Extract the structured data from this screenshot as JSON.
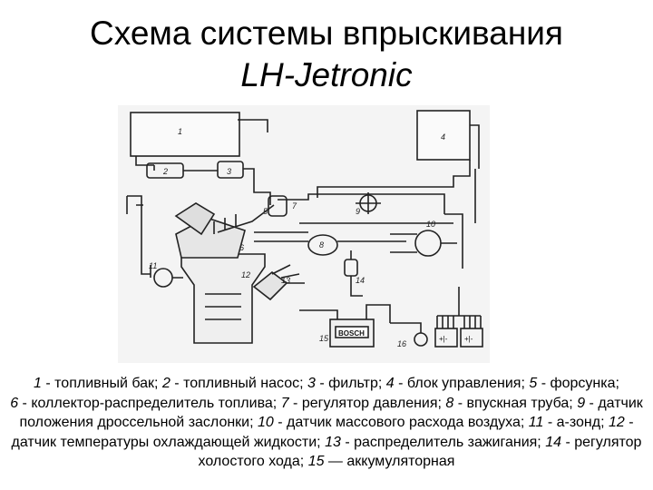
{
  "title": {
    "line1": "Схема системы впрыскивания",
    "line2": "LH-Jetronic"
  },
  "diagram": {
    "numbers": [
      "1",
      "2",
      "3",
      "4",
      "5",
      "6",
      "7",
      "8",
      "9",
      "10",
      "11",
      "12",
      "13",
      "14",
      "15",
      "16"
    ],
    "battery_label": "BOSCH",
    "relay_symbols": [
      "+|-",
      "+|-"
    ]
  },
  "legend": [
    {
      "num": "1",
      "text": " - топливный бак; "
    },
    {
      "num": "2",
      "text": " - топливный насос; "
    },
    {
      "num": "3",
      "text": " - фильтр; "
    },
    {
      "num": "4",
      "text": " - блок управления; "
    },
    {
      "num": "5",
      "text": " - форсунка;"
    },
    {
      "num": "6",
      "text": " - коллектор-распределитель топлива; "
    },
    {
      "num": "7",
      "text": " - регулятор давления; "
    },
    {
      "num": "8",
      "text": " - впускная труба; "
    },
    {
      "num": "9",
      "text": " - датчик положения дроссельной заслонки; "
    },
    {
      "num": "10",
      "text": " - датчик массового расхода воздуха; "
    },
    {
      "num": "11",
      "text": " - а-зонд; "
    },
    {
      "num": "12",
      "text": " - датчик температуры охлаждающей жидкости; "
    },
    {
      "num": "13",
      "text": " - распределитель зажигания; "
    },
    {
      "num": "14",
      "text": " - регулятор холостого хода; "
    },
    {
      "num": "15",
      "text": " — аккумуляторная"
    }
  ]
}
